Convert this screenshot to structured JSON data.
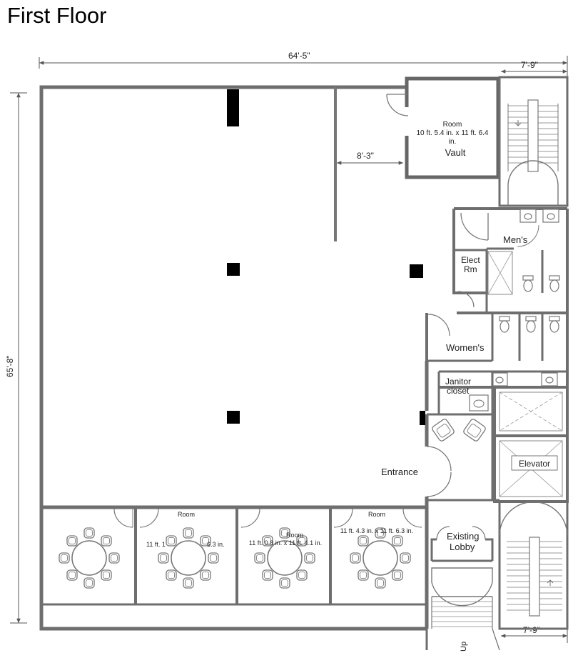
{
  "title": "First Floor",
  "dimensions": {
    "overall_width": "64'-5\"",
    "overall_depth": "65'-8\"",
    "stair_width_top": "7'-9\"",
    "stair_width_bottom": "7'-9\"",
    "vault_offset": "8'-3\""
  },
  "rooms": {
    "vault": {
      "line1": "Room",
      "line2": "10 ft. 5.4 in. x 11 ft. 6.4",
      "line3": "in.",
      "name": "Vault"
    },
    "mens": "Men's",
    "elect_line1": "Elect",
    "elect_line2": "Rm",
    "womens": "Women's",
    "janitor_line1": "Janitor",
    "janitor_line2": "closet",
    "elevator": "Elevator",
    "entrance": "Entrance",
    "lobby_line1": "Existing",
    "lobby_line2": "Lobby",
    "stairs_up": "Up",
    "meeting2": {
      "label": "Room",
      "size_left": "11 ft. 1",
      "size_right": "6.3 in."
    },
    "meeting3": {
      "label": "Room",
      "size": "11 ft. 0.8 in. x 11 ft. 4.1 in."
    },
    "meeting4": {
      "label": "Room",
      "size": "11 ft. 4.3 in. x 11 ft. 6.3 in."
    }
  },
  "colors": {
    "wall": "#6e6e6e",
    "column": "#000000",
    "fixture": "#777777"
  }
}
